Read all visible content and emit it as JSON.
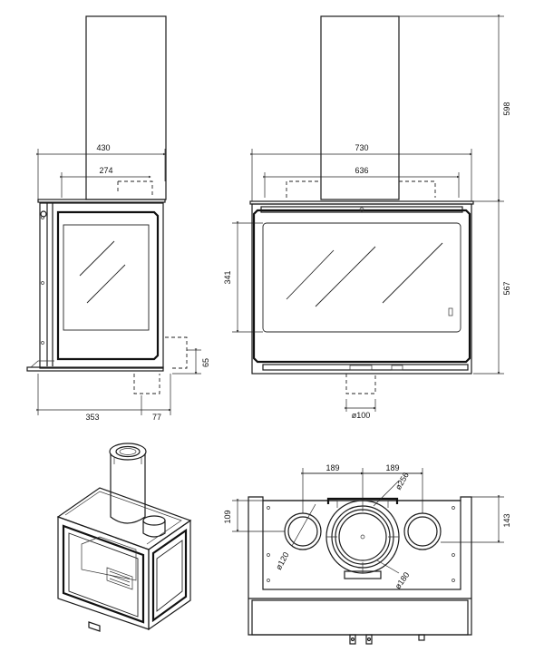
{
  "dimensions": {
    "side_width": "430",
    "side_flue_span": "274",
    "side_depth": "353",
    "side_offset": "77",
    "side_foot": "65",
    "front_width": "730",
    "front_flue_span": "636",
    "front_glass_height": "341",
    "front_body_height": "567",
    "front_chimney_height": "598",
    "front_outlet": "ø100",
    "top_spacing_left": "189",
    "top_spacing_right": "189",
    "top_flue": "ø256",
    "top_left_pipe": "ø120",
    "top_main_pipe": "ø180",
    "top_left_offset": "109",
    "top_right_offset": "143"
  }
}
